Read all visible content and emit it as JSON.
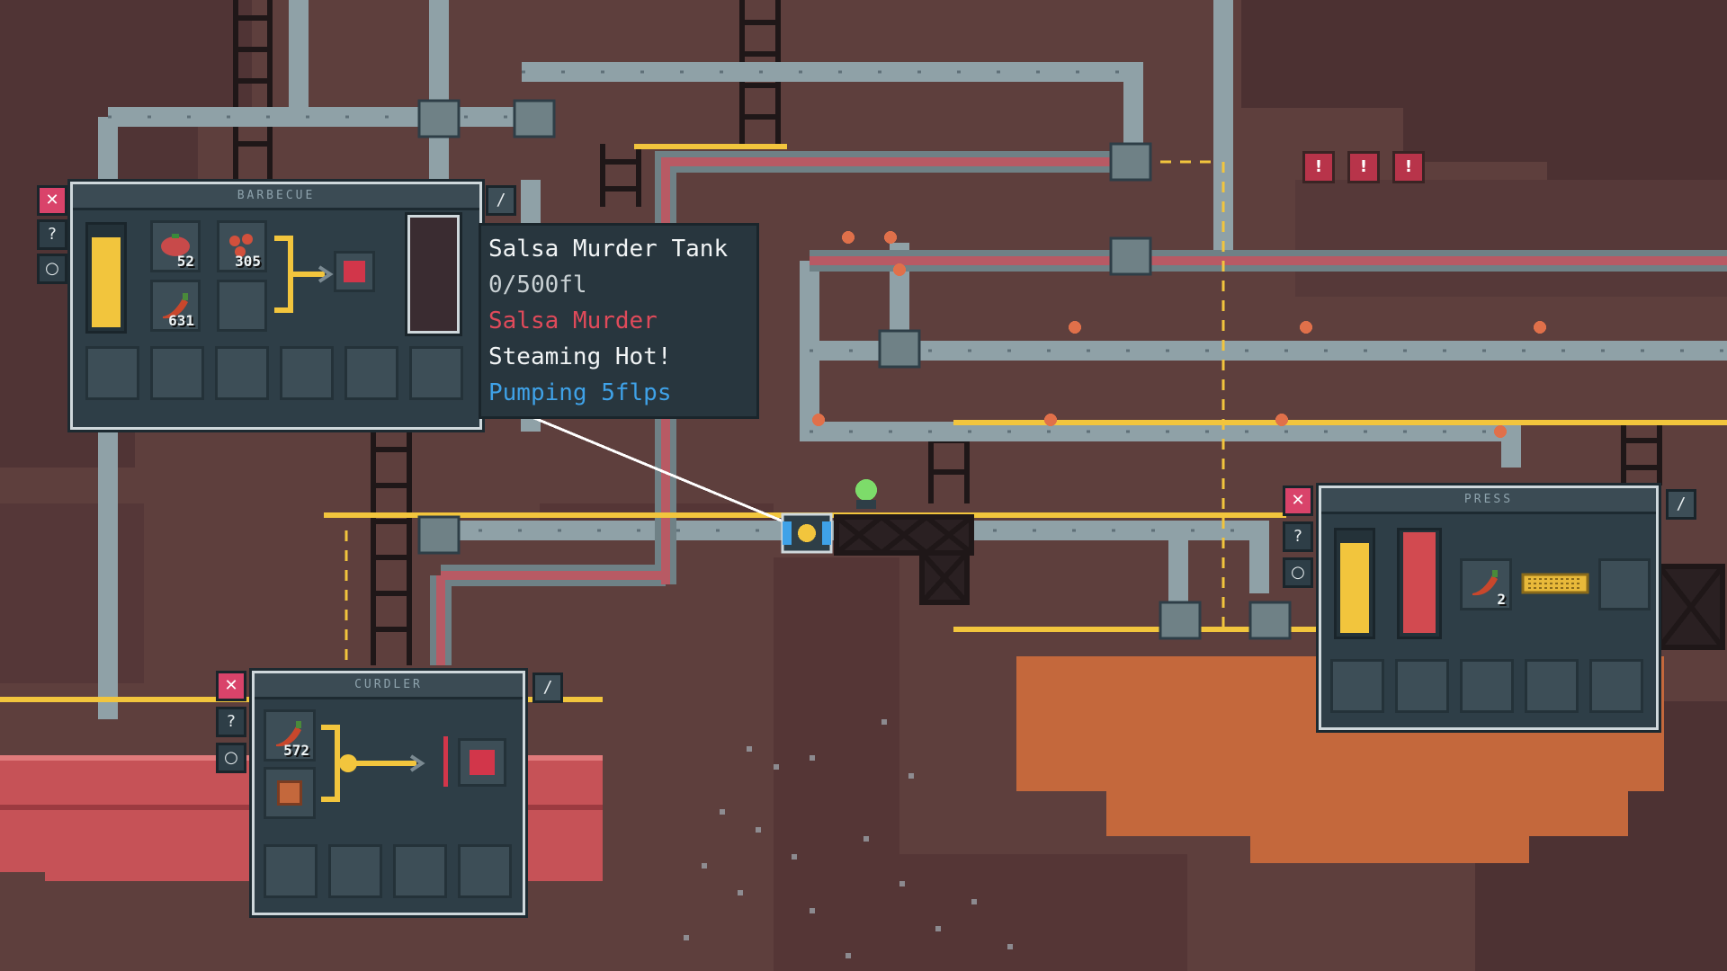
{
  "colors": {
    "background": "#5e3f3d",
    "panel": "#2e3e47",
    "pipe": "#8fa1a7",
    "salsa_pipe": "#b85a64",
    "lava": "#d0595c",
    "soil": "#c4683c",
    "battery": "#f2c53d",
    "close": "#d9436a",
    "tooltip_red": "#e04a5a",
    "tooltip_blue": "#3fa2e8"
  },
  "panels": {
    "left": {
      "title": "BARBECUE",
      "slots": [
        {
          "icon": "tomato-icon",
          "count": "52"
        },
        {
          "icon": "spice-icon",
          "count": "305"
        },
        {
          "icon": "chili-pepper-icon",
          "count": "631"
        },
        {
          "icon": "empty-slot",
          "count": ""
        }
      ],
      "battery_level": 0.85,
      "tank_fill": 0.0
    },
    "bottom": {
      "title": "CURDLER",
      "slots": [
        {
          "icon": "chili-pepper-icon",
          "count": "572"
        },
        {
          "icon": "crate-icon",
          "count": ""
        }
      ]
    },
    "right": {
      "title": "PRESS",
      "slots": [
        {
          "icon": "chili-pepper-icon",
          "count": "2"
        }
      ],
      "battery_level": 0.85,
      "red_tank_level": 0.95
    }
  },
  "tooltip": {
    "name": "Salsa Murder Tank",
    "capacity": "0/500fl",
    "fluid": "Salsa Murder",
    "status": "Steaming Hot!",
    "rate": "Pumping 5flps"
  },
  "buttons": {
    "close": "✕",
    "help": "?",
    "settings": "○",
    "wrench": "/"
  },
  "warnings": [
    "!",
    "!",
    "!"
  ]
}
